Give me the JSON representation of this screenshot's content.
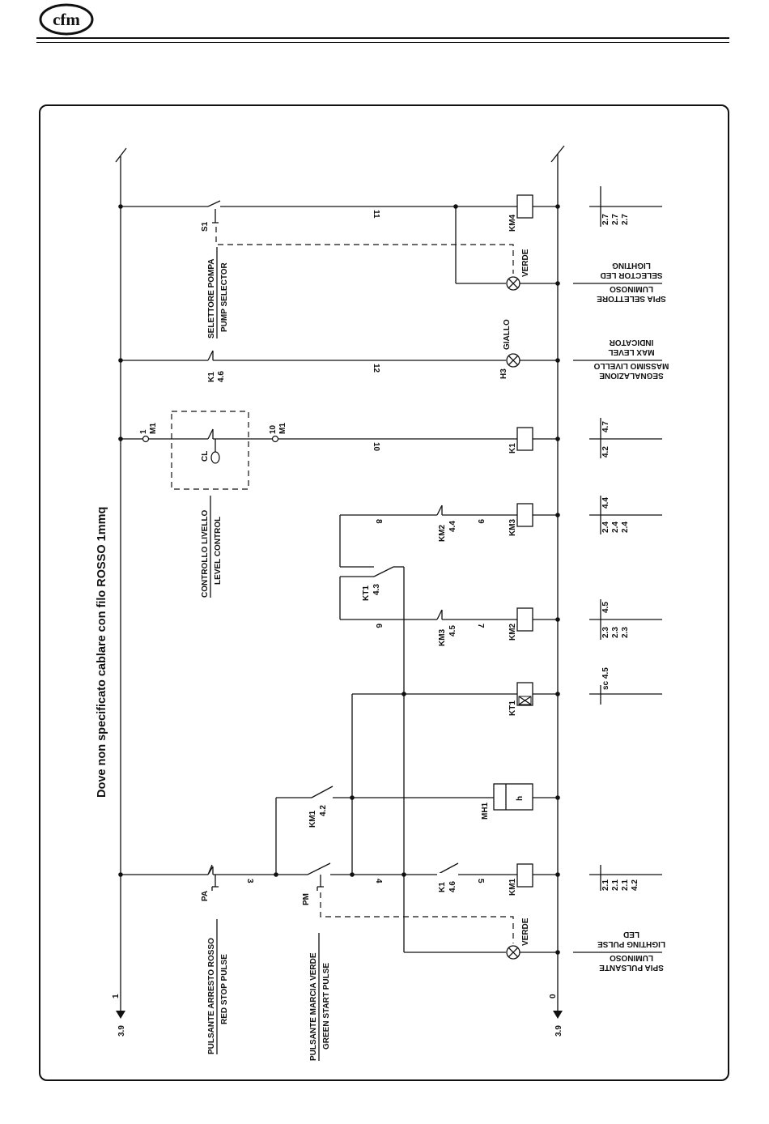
{
  "logo": "cfm",
  "note": "Dove non specificato cablare con filo ROSSO 1mmq",
  "rails": {
    "left_num": "1",
    "left_ref": "3.9",
    "right_num": "0",
    "right_ref": "3.9"
  },
  "captions": {
    "pa_it": "PULSANTE ARRESTO ROSSO",
    "pa_en": "RED STOP PULSE",
    "pm_it": "PULSANTE MARCIA VERDE",
    "pm_en": "GREEN START PULSE",
    "cl_it": "CONTROLLO LIVELLO",
    "cl_en": "LEVEL CONTROL",
    "sel_it": "SELETTORE POMPA",
    "sel_en": "PUMP SELECTOR"
  },
  "components": {
    "pa": "PA",
    "pm": "PM",
    "km1_contact": "KM1",
    "km1_contact_ref": "4.2",
    "k1_contact_a": "K1",
    "k1_contact_a_ref": "4.6",
    "km3_contact": "KM3",
    "km3_contact_ref": "4.5",
    "km2_contact": "KM2",
    "km2_contact_ref": "4.4",
    "kt1_contact": "KT1",
    "kt1_contact_ref": "4.3",
    "cl": "CL",
    "m1_a_num": "1",
    "m1_a": "M1",
    "m1_b_num": "10",
    "m1_b": "M1",
    "k1_contact_b": "K1",
    "k1_contact_b_ref": "4.6",
    "s1": "S1",
    "coil_km1": "KM1",
    "coil_mh1": "MH1",
    "coil_mh1_symbol": "h",
    "coil_kt1": "KT1",
    "coil_km2": "KM2",
    "coil_km3": "KM3",
    "coil_k1": "K1",
    "coil_km4": "KM4",
    "lamp_h3": "H3",
    "lamp_giallo": "GIALLO",
    "lamp_verde_top": "VERDE",
    "lamp_verde_bottom": "VERDE"
  },
  "wires": {
    "w3": "3",
    "w4": "4",
    "w5": "5",
    "w6": "6",
    "w7": "7",
    "w8": "8",
    "w9": "9",
    "w10": "10",
    "w11": "11",
    "w12": "12"
  },
  "refs": {
    "km1": [
      "2.1",
      "2.1",
      "2.1",
      "4.2"
    ],
    "kt1": "sc 4.5",
    "km2_a": [
      "2.3",
      "2.3",
      "2.3"
    ],
    "km2_b": "4.5",
    "km3_a": [
      "2.4",
      "2.4",
      "2.4"
    ],
    "km3_b": "4.4",
    "k1_a": "4.2",
    "k1_b": "4.7",
    "km4": [
      "2.7",
      "2.7",
      "2.7"
    ]
  },
  "legends": {
    "spia_pulsante": [
      "SPIA PULSANTE",
      "LUMINOSO",
      "LIGHTING PULSE",
      "LED"
    ],
    "segnalazione": [
      "SEGNALAZIONE",
      "MASSIMO LIVELLO",
      "MAX LEVEL",
      "INDICATOR"
    ],
    "spia_selettore": [
      "SPIA SELETTORE",
      "LUMINOSO",
      "SELECTOR LED",
      "LIGHTING"
    ]
  }
}
